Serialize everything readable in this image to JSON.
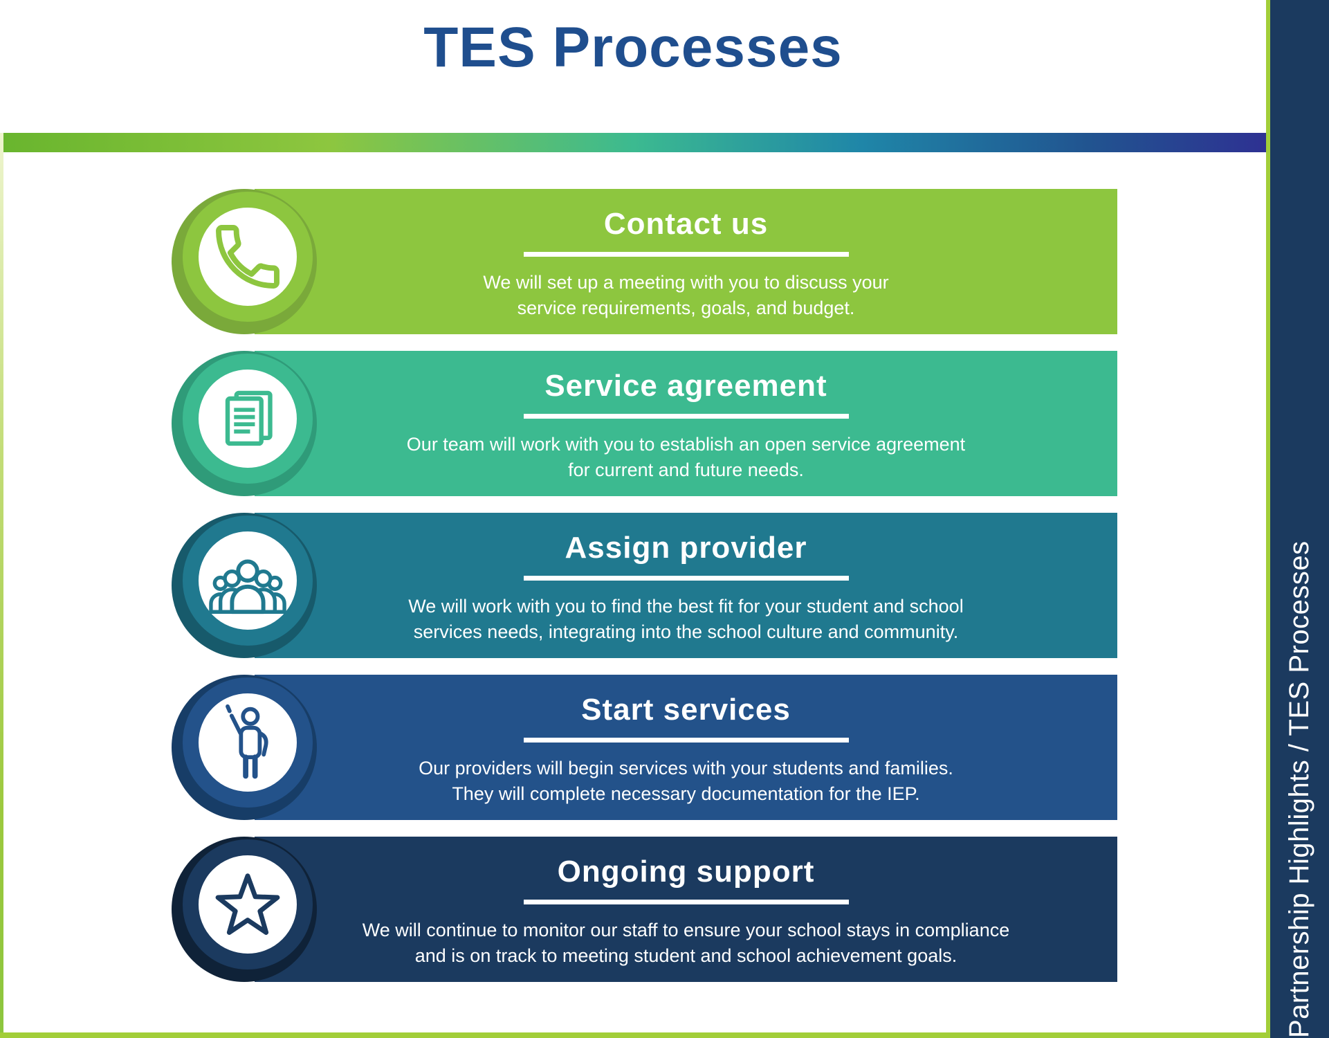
{
  "page_title": "TES Processes",
  "title_color": "#1F4E8E",
  "sidebar": {
    "label": "Partnership Highlights / TES Processes",
    "background": "#1B3A5F",
    "accent_line_color": "#A2CE39"
  },
  "top_bar_gradient": [
    "#69B52E",
    "#8DC63F",
    "#3CBA90",
    "#1F86A8",
    "#215490",
    "#2E3192"
  ],
  "steps": [
    {
      "title": "Contact us",
      "description_line1": "We will set up a meeting with you to discuss your",
      "description_line2": "service requirements, goals, and budget.",
      "band_color": "#8DC63F",
      "shadow_color": "#7AA93A",
      "icon": "phone-icon"
    },
    {
      "title": "Service agreement",
      "description_line1": "Our team will work with you to establish an open service agreement",
      "description_line2": "for current and future needs.",
      "band_color": "#3CBA90",
      "shadow_color": "#2F9B79",
      "icon": "documents-icon"
    },
    {
      "title": "Assign provider",
      "description_line1": "We will work with you to find the best fit for your student and school",
      "description_line2": "services needs, integrating into the school culture and community.",
      "band_color": "#20798F",
      "shadow_color": "#175A6B",
      "icon": "people-icon"
    },
    {
      "title": "Start services",
      "description_line1": "Our providers will begin services with your students and families.",
      "description_line2": "They will complete necessary documentation for the IEP.",
      "band_color": "#23528A",
      "shadow_color": "#173D67",
      "icon": "person-waving-icon"
    },
    {
      "title": "Ongoing support",
      "description_line1": "We will continue to monitor our staff to ensure your school stays in compliance",
      "description_line2": "and is on track to meeting student and school achievement goals.",
      "band_color": "#1B3A5F",
      "shadow_color": "#0F2238",
      "icon": "star-icon"
    }
  ]
}
